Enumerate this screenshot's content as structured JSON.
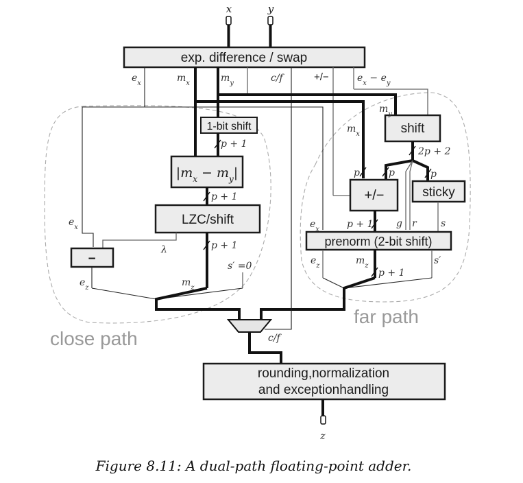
{
  "diagram": {
    "inputs": {
      "x": "x",
      "y": "y"
    },
    "output": "z",
    "blocks": {
      "exp_diff_swap": "exp. difference / swap",
      "one_bit_shift": "1-bit shift",
      "abs_diff": "|m",
      "abs_diff_full": "|mx − my|",
      "lzc_shift": "LZC/shift",
      "subtract": "−",
      "shift": "shift",
      "add_sub": "+/−",
      "sticky": "sticky",
      "prenorm": "prenorm (2-bit shift)",
      "rounding_line1": "rounding,normalization",
      "rounding_line2": "and exceptionhandling"
    },
    "signals": {
      "ex": "e",
      "ex_sub": "x",
      "mx": "m",
      "my": "m",
      "x_sub": "x",
      "y_sub": "y",
      "cf": "c/f",
      "plusminus": "+/−",
      "ex_minus_ey": "e",
      "minus": " − e",
      "lambda": "λ",
      "ez": "e",
      "z_sub": "z",
      "mz": "m",
      "s_prime_zero": "s′ =0",
      "s_prime": "s′",
      "p_plus_1": "p + 1",
      "two_p_plus_2": "2p + 2",
      "p": "p",
      "g": "g",
      "r": "r",
      "s": "s"
    },
    "regions": {
      "close_path": "close path",
      "far_path": "far path"
    },
    "caption": "Figure 8.11: A dual-path floating-point adder."
  }
}
